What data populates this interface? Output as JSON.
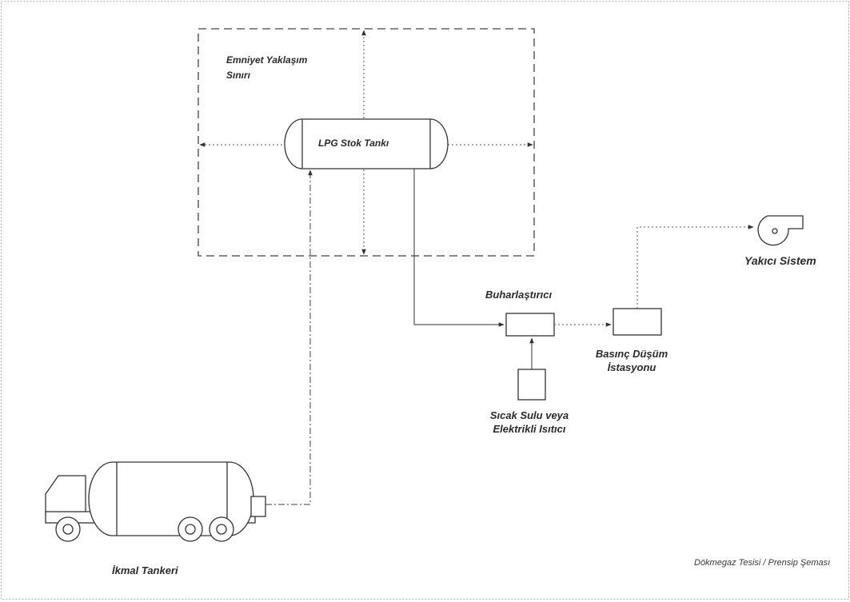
{
  "labels": {
    "safety_boundary_line1": "Emniyet Yaklaşım",
    "safety_boundary_line2": "Sınırı",
    "storage_tank": "LPG Stok Tankı",
    "vaporizer": "Buharlaştırıcı",
    "pressure_station_line1": "Basınç Düşüm",
    "pressure_station_line2": "İstasyonu",
    "heater_line1": "Sıcak Sulu veya",
    "heater_line2": "Elektrikli Isıtıcı",
    "burner_system": "Yakıcı Sistem",
    "supply_tanker": "İkmal Tankeri",
    "caption": "Dökmegaz Tesisi / Prensip Şeması"
  },
  "icons": {
    "burner": "burner-blower-icon",
    "tanker": "tanker-truck-icon"
  },
  "colors": {
    "line": "#333333",
    "dashed": "#444444",
    "dotted": "#555555",
    "text": "#2a2a2a"
  }
}
